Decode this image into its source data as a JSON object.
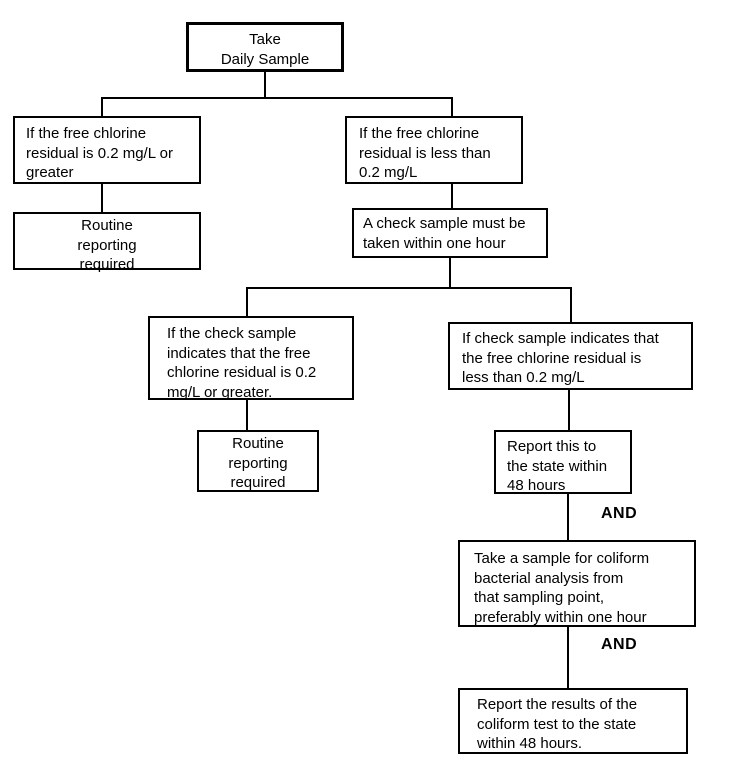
{
  "diagram": {
    "title": "Daily chlorine residual sampling flowchart",
    "nodes": {
      "take_daily_sample": "Take\nDaily Sample",
      "chlorine_ok": "If the free chlorine\nresidual is 0.2 mg/L or\ngreater",
      "routine_reporting_1": "Routine\nreporting\nrequired",
      "chlorine_low": "If the free chlorine\nresidual is less than\n0.2 mg/L",
      "check_sample": "A check sample must be\ntaken within one hour",
      "check_ok": "If the check sample\nindicates that the free\nchlorine residual is 0.2\nmg/L or greater.",
      "routine_reporting_2": "Routine\nreporting\nrequired",
      "check_low": "If check sample indicates that\nthe free chlorine residual is\nless than 0.2 mg/L",
      "report_state": "Report this to\nthe state within\n48 hours",
      "and_1": "AND",
      "coliform_sample": "Take a sample for coliform\nbacterial analysis from\nthat sampling point,\npreferably within one hour",
      "and_2": "AND",
      "report_results": "Report the results of the\ncoliform test to the state\nwithin 48 hours."
    },
    "colors": {
      "background": "#ffffff",
      "line": "#000000",
      "text": "#000000"
    }
  }
}
